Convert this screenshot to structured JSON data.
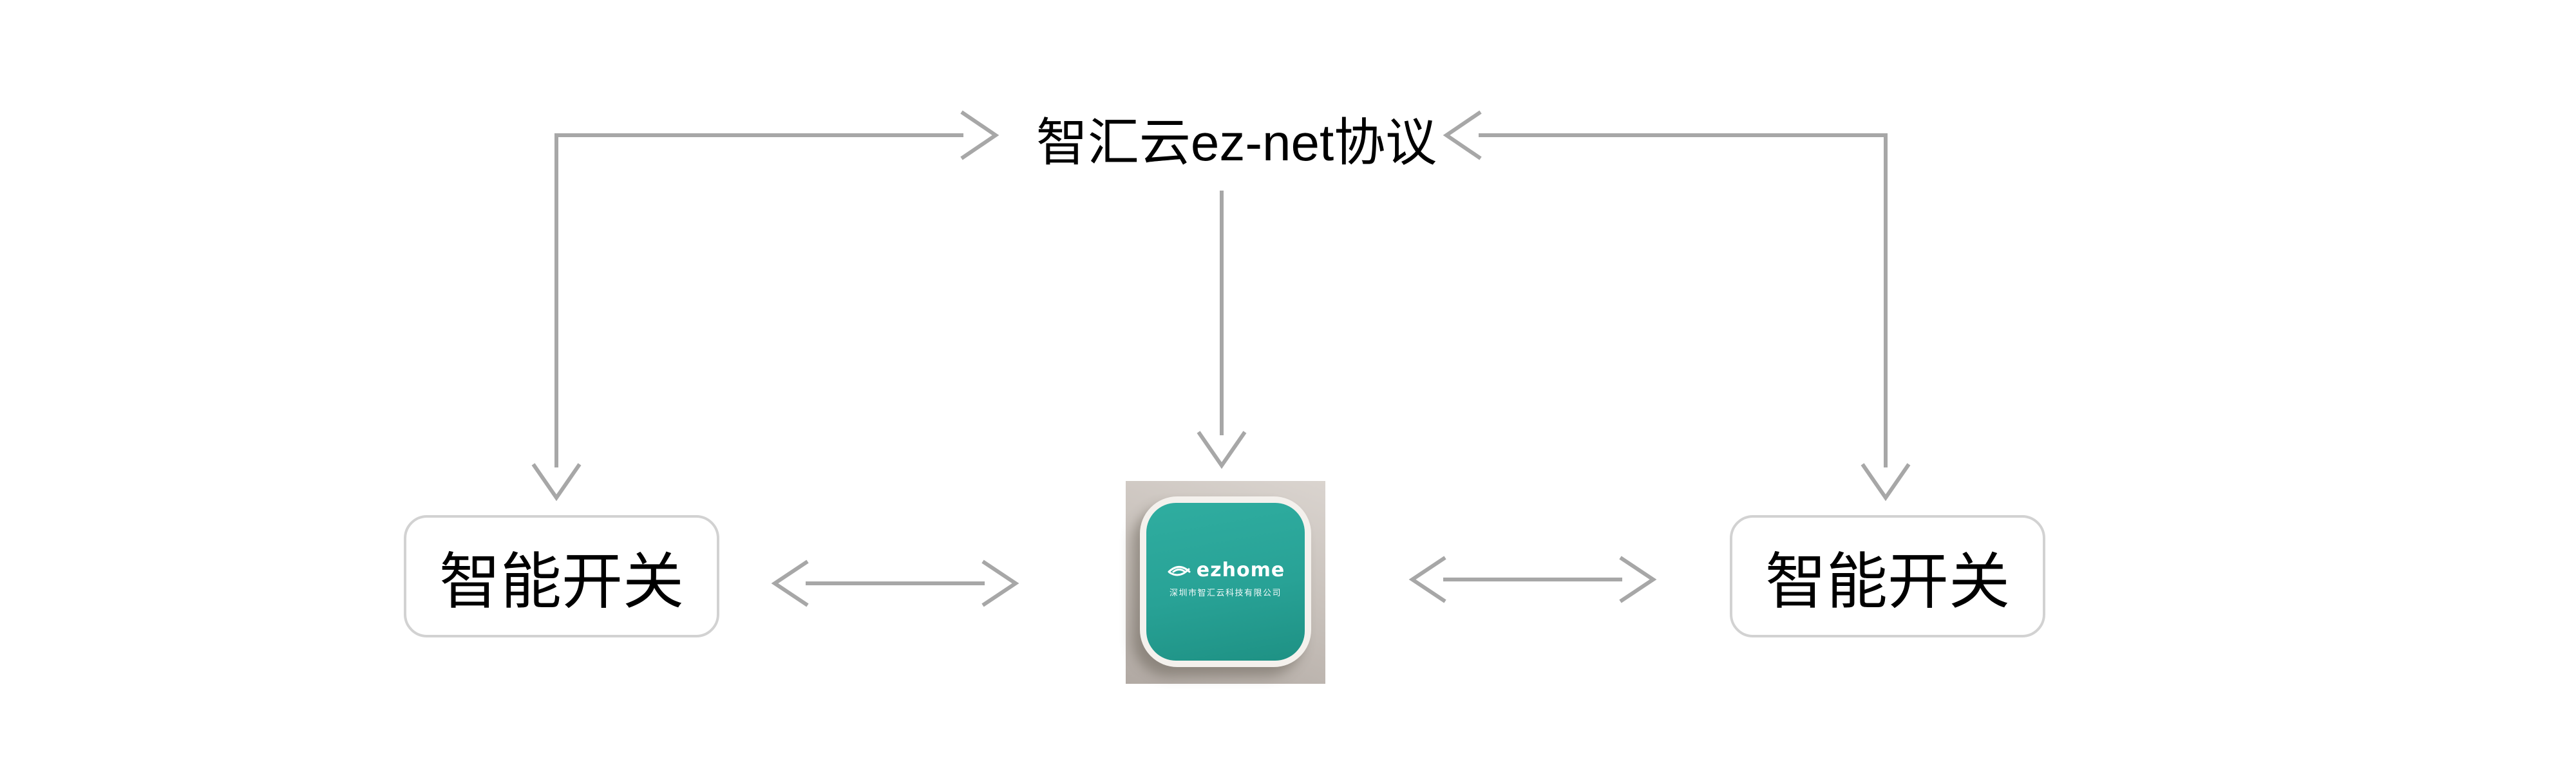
{
  "diagram": {
    "protocol_label": "智汇云ez-net协议",
    "left_switch_label": "智能开关",
    "right_switch_label": "智能开关"
  },
  "device": {
    "brand": "ezhome",
    "company": "深圳市智汇云科技有限公司",
    "icon": "wifi-arcs-icon"
  },
  "colors": {
    "arrow": "#a7a7a7",
    "box_border": "#d2d2d2",
    "text": "#000000",
    "device_teal": "#28a296",
    "device_frame": "#f4f1ed",
    "photo_background": "#c9c2bc"
  }
}
